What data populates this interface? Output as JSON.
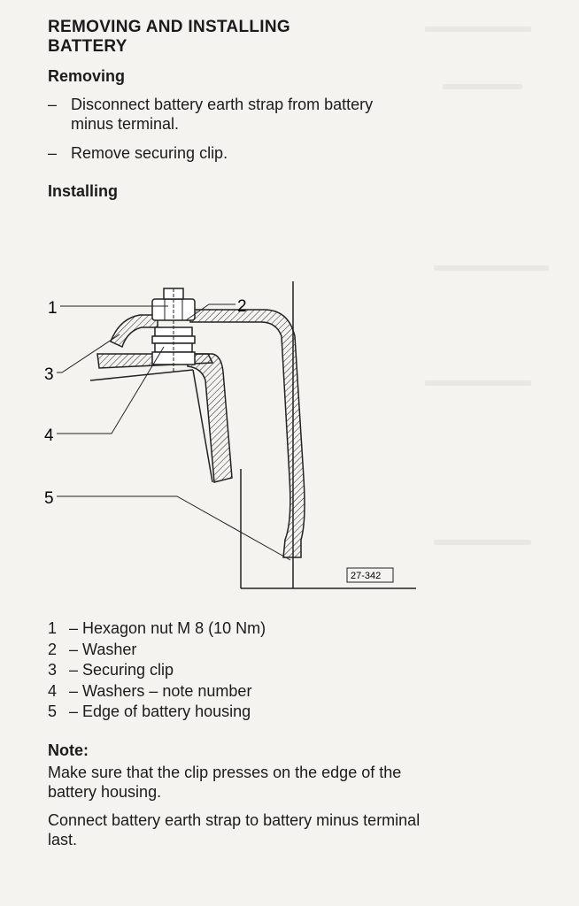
{
  "title": "REMOVING AND INSTALLING\nBATTERY",
  "removing": {
    "heading": "Removing",
    "steps": [
      "Disconnect battery earth strap from battery minus terminal.",
      "Remove securing clip."
    ],
    "dash": "–"
  },
  "installing": {
    "heading": "Installing"
  },
  "figure": {
    "callouts": [
      "1",
      "2",
      "3",
      "4",
      "5"
    ],
    "ref": "27-342"
  },
  "legend": [
    {
      "num": "1",
      "text": "– Hexagon nut M 8 (10 Nm)"
    },
    {
      "num": "2",
      "text": "– Washer"
    },
    {
      "num": "3",
      "text": "– Securing clip"
    },
    {
      "num": "4",
      "text": "– Washers – note number"
    },
    {
      "num": "5",
      "text": "– Edge of battery housing"
    }
  ],
  "note": {
    "heading": "Note:",
    "paragraphs": [
      "Make sure that the clip presses on the edge of the battery housing.",
      "Connect battery earth strap to battery minus terminal last."
    ]
  }
}
